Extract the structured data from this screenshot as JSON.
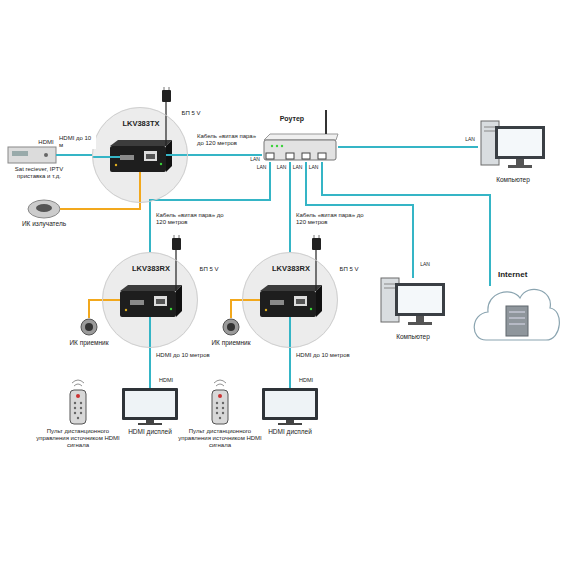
{
  "diagram": {
    "nodes": [
      {
        "text": [
          "Sat reciever, IPTV приставка и т.д."
        ]
      },
      {
        "text": [
          "LKV383TX"
        ]
      },
      {
        "text": [
          "ИК излучатель"
        ]
      },
      {
        "text": [
          "Роутер"
        ]
      },
      {
        "text": [
          "Компьютер"
        ]
      },
      {
        "text": [
          "LKV383RX"
        ]
      },
      {
        "text": [
          "LKV383RX"
        ]
      },
      {
        "text": [
          "Компьютер"
        ]
      },
      {
        "text": [
          "Internet"
        ]
      },
      {
        "text": [
          "ИК приемник"
        ]
      },
      {
        "text": [
          "ИК приемник"
        ]
      },
      {
        "text": [
          "HDMI дисплей"
        ]
      },
      {
        "text": [
          "HDMI дисплей"
        ]
      },
      {
        "text": [
          "Пульт дистанционного управления источником HDMI сигнала"
        ]
      },
      {
        "text": [
          "Пульт дистанционного управления источником HDMI сигнала"
        ]
      }
    ],
    "edges": [
      {
        "from": 0,
        "to": 1,
        "label": "HDMI до 10 м",
        "arrow": "none"
      },
      {
        "from": 1,
        "to": 2,
        "arrow": "none"
      },
      {
        "from": 1,
        "to": 3,
        "label": "Кабель «витая пара» до 120 метров",
        "arrow": "none"
      },
      {
        "from": 3,
        "to": 4,
        "arrow": "none"
      },
      {
        "from": 3,
        "to": 5,
        "label": "Кабель «витая пара» до 120 метров",
        "arrow": "none"
      },
      {
        "from": 3,
        "to": 6,
        "label": "Кабель «витая пара» до 120 метров",
        "arrow": "none"
      },
      {
        "from": 3,
        "to": 7,
        "arrow": "none"
      },
      {
        "from": 3,
        "to": 8,
        "arrow": "none"
      },
      {
        "from": 5,
        "to": 9,
        "arrow": "none"
      },
      {
        "from": 6,
        "to": 10,
        "arrow": "none"
      },
      {
        "from": 5,
        "to": 11,
        "label": "HDMI до 10 метров",
        "arrow": "none"
      },
      {
        "from": 6,
        "to": 12,
        "label": "HDMI до 10 метров",
        "arrow": "none"
      }
    ],
    "labels": [
      "HDMI",
      "LAN",
      "LAN",
      "LAN",
      "LAN",
      "LAN",
      "LAN",
      "LAN",
      "БП 5 V",
      "БП 5 V",
      "БП 5 V",
      "HDMI",
      "HDMI"
    ]
  }
}
